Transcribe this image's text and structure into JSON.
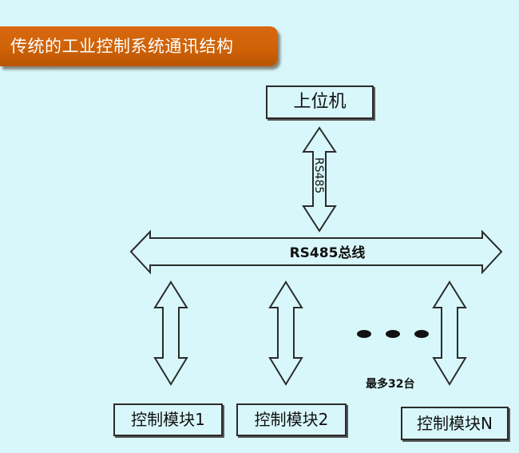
{
  "title": "传统的工业控制系统通讯结构",
  "host": {
    "label": "上位机"
  },
  "host_link": {
    "label": "RS485"
  },
  "bus": {
    "label": "RS485总线"
  },
  "modules": [
    {
      "label": "控制模块1"
    },
    {
      "label": "控制模块2"
    },
    {
      "label": "控制模块N"
    }
  ],
  "ellipsis": {
    "dot_count": 3
  },
  "max_note": "最多32台",
  "colors": {
    "background": "#d8f7fb",
    "banner": "#cf6206",
    "stroke": "#2b2b2b",
    "text": "#111111"
  }
}
